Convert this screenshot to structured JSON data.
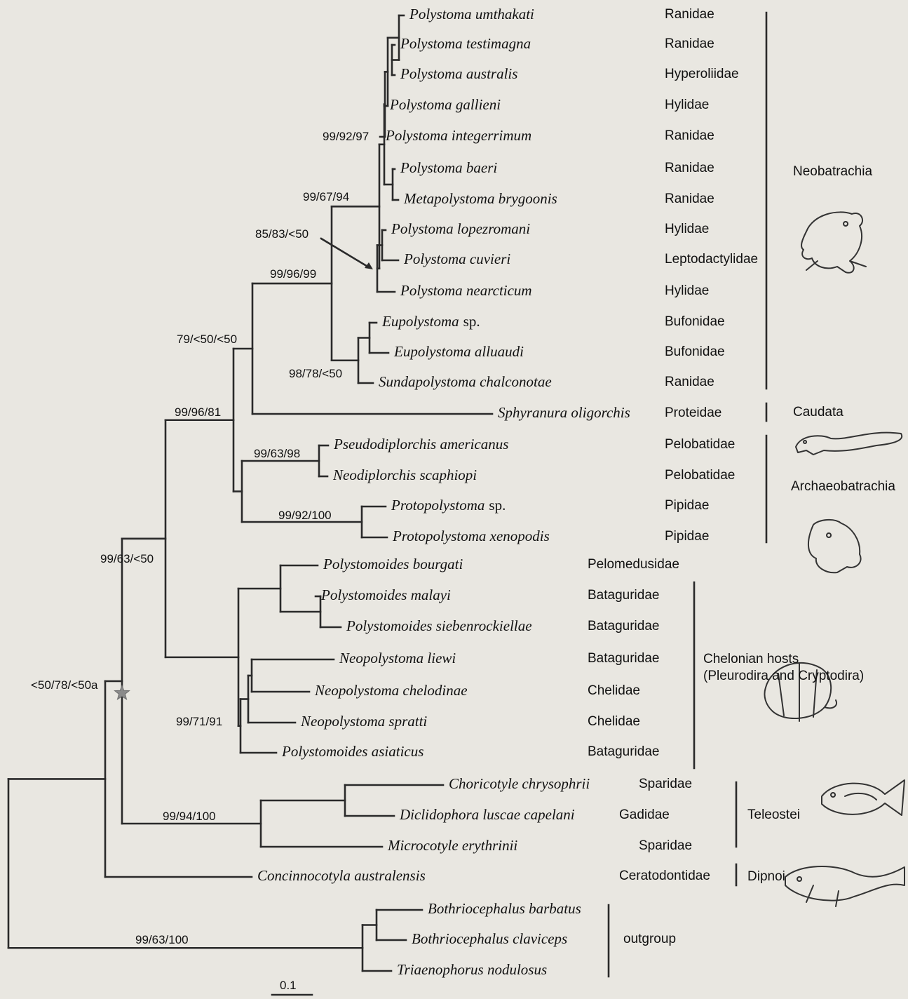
{
  "taxa": [
    {
      "id": "t1",
      "genus": "Polystoma umthakati",
      "sp": "",
      "family": "Ranidae"
    },
    {
      "id": "t2",
      "genus": "Polystoma testimagna",
      "sp": "",
      "family": "Ranidae"
    },
    {
      "id": "t3",
      "genus": "Polystoma australis",
      "sp": "",
      "family": "Hyperoliidae"
    },
    {
      "id": "t4",
      "genus": "Polystoma gallieni",
      "sp": "",
      "family": "Hylidae"
    },
    {
      "id": "t5",
      "genus": "Polystoma integerrimum",
      "sp": "",
      "family": "Ranidae"
    },
    {
      "id": "t6",
      "genus": "Polystoma baeri",
      "sp": "",
      "family": "Ranidae"
    },
    {
      "id": "t7",
      "genus": "Metapolystoma brygoonis",
      "sp": "",
      "family": "Ranidae"
    },
    {
      "id": "t8",
      "genus": "Polystoma lopezromani",
      "sp": "",
      "family": "Hylidae"
    },
    {
      "id": "t9",
      "genus": "Polystoma cuvieri",
      "sp": "",
      "family": "Leptodactylidae"
    },
    {
      "id": "t10",
      "genus": "Polystoma nearcticum",
      "sp": "",
      "family": "Hylidae"
    },
    {
      "id": "t11",
      "genus": "Eupolystoma",
      "sp": "sp.",
      "family": "Bufonidae"
    },
    {
      "id": "t12",
      "genus": "Eupolystoma alluaudi",
      "sp": "",
      "family": "Bufonidae"
    },
    {
      "id": "t13",
      "genus": "Sundapolystoma chalconotae",
      "sp": "",
      "family": "Ranidae"
    },
    {
      "id": "t14",
      "genus": "Sphyranura oligorchis",
      "sp": "",
      "family": "Proteidae"
    },
    {
      "id": "t15",
      "genus": "Pseudodiplorchis americanus",
      "sp": "",
      "family": "Pelobatidae"
    },
    {
      "id": "t16",
      "genus": "Neodiplorchis scaphiopi",
      "sp": "",
      "family": "Pelobatidae"
    },
    {
      "id": "t17",
      "genus": "Protopolystoma",
      "sp": "sp.",
      "family": "Pipidae"
    },
    {
      "id": "t18",
      "genus": "Protopolystoma xenopodis",
      "sp": "",
      "family": "Pipidae"
    },
    {
      "id": "t19",
      "genus": "Polystomoides bourgati",
      "sp": "",
      "family": "Pelomedusidae"
    },
    {
      "id": "t20",
      "genus": "Polystomoides malayi",
      "sp": "",
      "family": "Bataguridae"
    },
    {
      "id": "t21",
      "genus": "Polystomoides siebenrockiellae",
      "sp": "",
      "family": "Bataguridae"
    },
    {
      "id": "t22",
      "genus": "Neopolystoma liewi",
      "sp": "",
      "family": "Bataguridae"
    },
    {
      "id": "t23",
      "genus": "Neopolystoma chelodinae",
      "sp": "",
      "family": "Chelidae"
    },
    {
      "id": "t24",
      "genus": "Neopolystoma spratti",
      "sp": "",
      "family": "Chelidae"
    },
    {
      "id": "t25",
      "genus": "Polystomoides asiaticus",
      "sp": "",
      "family": "Bataguridae"
    },
    {
      "id": "t26",
      "genus": "Choricotyle chrysophrii",
      "sp": "",
      "family": "Sparidae"
    },
    {
      "id": "t27",
      "genus": "Diclidophora luscae capelani",
      "sp": "",
      "family": "Gadidae"
    },
    {
      "id": "t28",
      "genus": "Microcotyle erythrinii",
      "sp": "",
      "family": "Sparidae"
    },
    {
      "id": "t29",
      "genus": "Concinnocotyla australensis",
      "sp": "",
      "family": "Ceratodontidae"
    },
    {
      "id": "t30",
      "genus": "Bothriocephalus barbatus",
      "sp": "",
      "family": ""
    },
    {
      "id": "t31",
      "genus": "Bothriocephalus claviceps",
      "sp": "",
      "family": "outgroup"
    },
    {
      "id": "t32",
      "genus": "Triaenophorus nodulosus",
      "sp": "",
      "family": ""
    }
  ],
  "supports": [
    {
      "id": "s1",
      "text": "99/92/97"
    },
    {
      "id": "s2",
      "text": "99/67/94"
    },
    {
      "id": "s3",
      "text": "85/83/<50"
    },
    {
      "id": "s4",
      "text": "99/96/99"
    },
    {
      "id": "s5",
      "text": "79/<50/<50"
    },
    {
      "id": "s6",
      "text": "98/78/<50"
    },
    {
      "id": "s7",
      "text": "99/96/81"
    },
    {
      "id": "s8",
      "text": "99/63/98"
    },
    {
      "id": "s9",
      "text": "99/92/100"
    },
    {
      "id": "s10",
      "text": "99/63/<50"
    },
    {
      "id": "s11",
      "text": "<50/78/<50a"
    },
    {
      "id": "s12",
      "text": "99/71/91"
    },
    {
      "id": "s13",
      "text": "99/94/100"
    },
    {
      "id": "s14",
      "text": "99/63/100"
    }
  ],
  "groups": [
    {
      "id": "g1",
      "text": "Neobatrachia"
    },
    {
      "id": "g2",
      "text": "Caudata"
    },
    {
      "id": "g3",
      "text": "Archaeobatrachia"
    },
    {
      "id": "g4",
      "text": "Chelonian hosts\n(Pleurodira and Cryptodira)"
    },
    {
      "id": "g5",
      "text": "Teleostei"
    },
    {
      "id": "g6",
      "text": "Dipnoi"
    }
  ],
  "scale_bar": {
    "label": "0.1"
  },
  "icons": [
    "frog-icon",
    "salamander-icon",
    "toad-icon",
    "turtle-icon",
    "fish-icon",
    "lungfish-icon",
    "star-icon"
  ]
}
